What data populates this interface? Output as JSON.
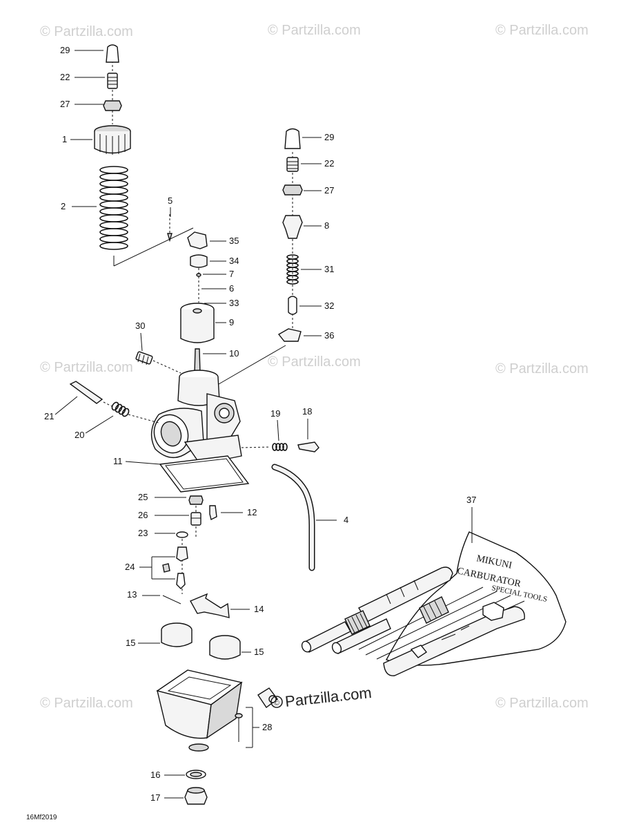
{
  "watermarks": [
    "© Partzilla.com",
    "© Partzilla.com",
    "© Partzilla.com",
    "© Partzilla.com",
    "© Partzilla.com",
    "© Partzilla.com",
    "© Partzilla.com",
    "© Partzilla.com"
  ],
  "brand_watermark": "Partzilla.com",
  "diagram_code": "16Mf2019",
  "tool_kit_text": [
    "MIKUNI",
    "CARBURATOR",
    "SPECIAL TOOLS"
  ],
  "callouts": {
    "c29a": "29",
    "c22a": "22",
    "c27a": "27",
    "c1": "1",
    "c2": "2",
    "c29b": "29",
    "c22b": "22",
    "c27b": "27",
    "c8": "8",
    "c31": "31",
    "c32": "32",
    "c36": "36",
    "c5": "5",
    "c35": "35",
    "c34": "34",
    "c7": "7",
    "c6": "6",
    "c33": "33",
    "c9": "9",
    "c10": "10",
    "c30": "30",
    "c21": "21",
    "c20": "20",
    "c19": "19",
    "c18": "18",
    "c11": "11",
    "c25": "25",
    "c12": "12",
    "c26": "26",
    "c23": "23",
    "c4": "4",
    "c24": "24",
    "c13": "13",
    "c14": "14",
    "c15a": "15",
    "c15b": "15",
    "c37": "37",
    "c28": "28",
    "c16": "16",
    "c17": "17"
  }
}
